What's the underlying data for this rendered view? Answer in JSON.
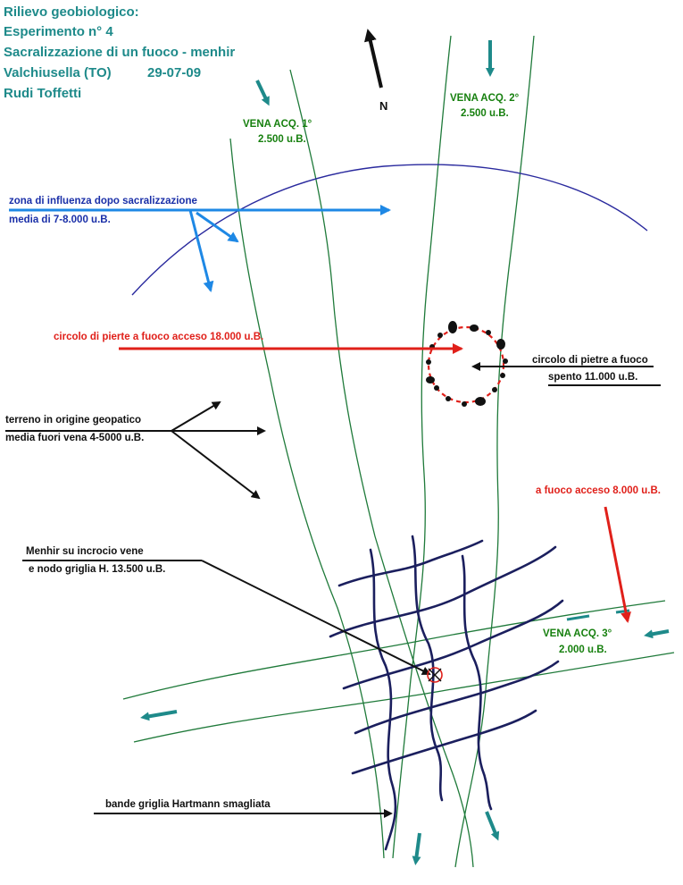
{
  "header": {
    "line1": "Rilievo geobiologico:",
    "line2": "Esperimento n° 4",
    "line3": "Sacralizzazione di un fuoco - menhir",
    "line4_place": "Valchiusella (TO)",
    "line4_date": "29-07-09",
    "line5": "Rudi Toffetti"
  },
  "compass": {
    "label": "N"
  },
  "veins": {
    "v1_name": "VENA ACQ. 1°",
    "v1_value": "2.500 u.B.",
    "v2_name": "VENA ACQ. 2°",
    "v2_value": "2.500 u.B.",
    "v3_name": "VENA ACQ. 3°",
    "v3_value": "2.000 u.B."
  },
  "influence": {
    "line1": "zona di influenza dopo sacralizzazione",
    "line2": "media di 7-8.000 u.B."
  },
  "circle_lit": "circolo di pierte a fuoco acceso 18.000 u.B.",
  "circle_out": {
    "line1": "circolo di pietre a fuoco",
    "line2": "spento  11.000 u.B."
  },
  "terrain": {
    "line1": "terreno in origine geopatico",
    "line2": "media fuori vena 4-5000 u.B."
  },
  "fire_lit": "a fuoco acceso 8.000 u.B.",
  "menhir": {
    "line1": "Menhir su incrocio vene",
    "line2": "e nodo griglia H.  13.500 u.B."
  },
  "hartmann": "bande griglia Hartmann smagliata",
  "colors": {
    "teal": "#1e8a8a",
    "vein_green": "#1f7a3a",
    "grid_navy": "#1b1f5e",
    "influence_arc": "#2a2a9e",
    "light_blue_arrow": "#1e88e5",
    "red": "#e0201a",
    "black": "#111111"
  }
}
